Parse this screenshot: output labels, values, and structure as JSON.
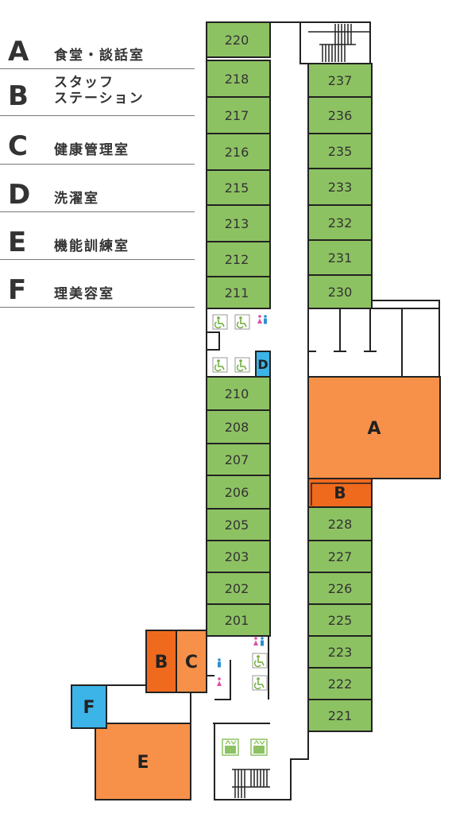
{
  "legend": [
    {
      "letter": "A",
      "label": "食堂・談話室"
    },
    {
      "letter": "B",
      "label": "スタッフ\nステーション"
    },
    {
      "letter": "C",
      "label": "健康管理室"
    },
    {
      "letter": "D",
      "label": "洗濯室"
    },
    {
      "letter": "E",
      "label": "機能訓練室"
    },
    {
      "letter": "F",
      "label": "理美容室"
    }
  ],
  "rooms_left": [
    "220",
    "218",
    "217",
    "216",
    "215",
    "213",
    "212",
    "211",
    "210",
    "208",
    "207",
    "206",
    "205",
    "203",
    "202",
    "201"
  ],
  "rooms_right": [
    "237",
    "236",
    "235",
    "233",
    "232",
    "231",
    "230",
    "228",
    "227",
    "226",
    "225",
    "223",
    "222",
    "221"
  ],
  "zones": {
    "A": "A",
    "B1": "B",
    "B2": "B",
    "C": "C",
    "D": "D",
    "E": "E",
    "F": "F"
  },
  "colors": {
    "room_green": "#8dc262",
    "zone_orange_light": "#f79149",
    "zone_orange_dark": "#f06a1e",
    "zone_blue": "#3cb4e8",
    "wall": "#222222",
    "icon_wheelchair": "#6fae3c",
    "icon_female": "#e04ea0",
    "icon_male": "#2d8fd0",
    "icon_elevator": "#8dc262"
  },
  "icons": [
    "wheelchair-icon",
    "restroom-icon",
    "male-icon",
    "female-icon",
    "elevator-icon",
    "stairs-icon"
  ]
}
